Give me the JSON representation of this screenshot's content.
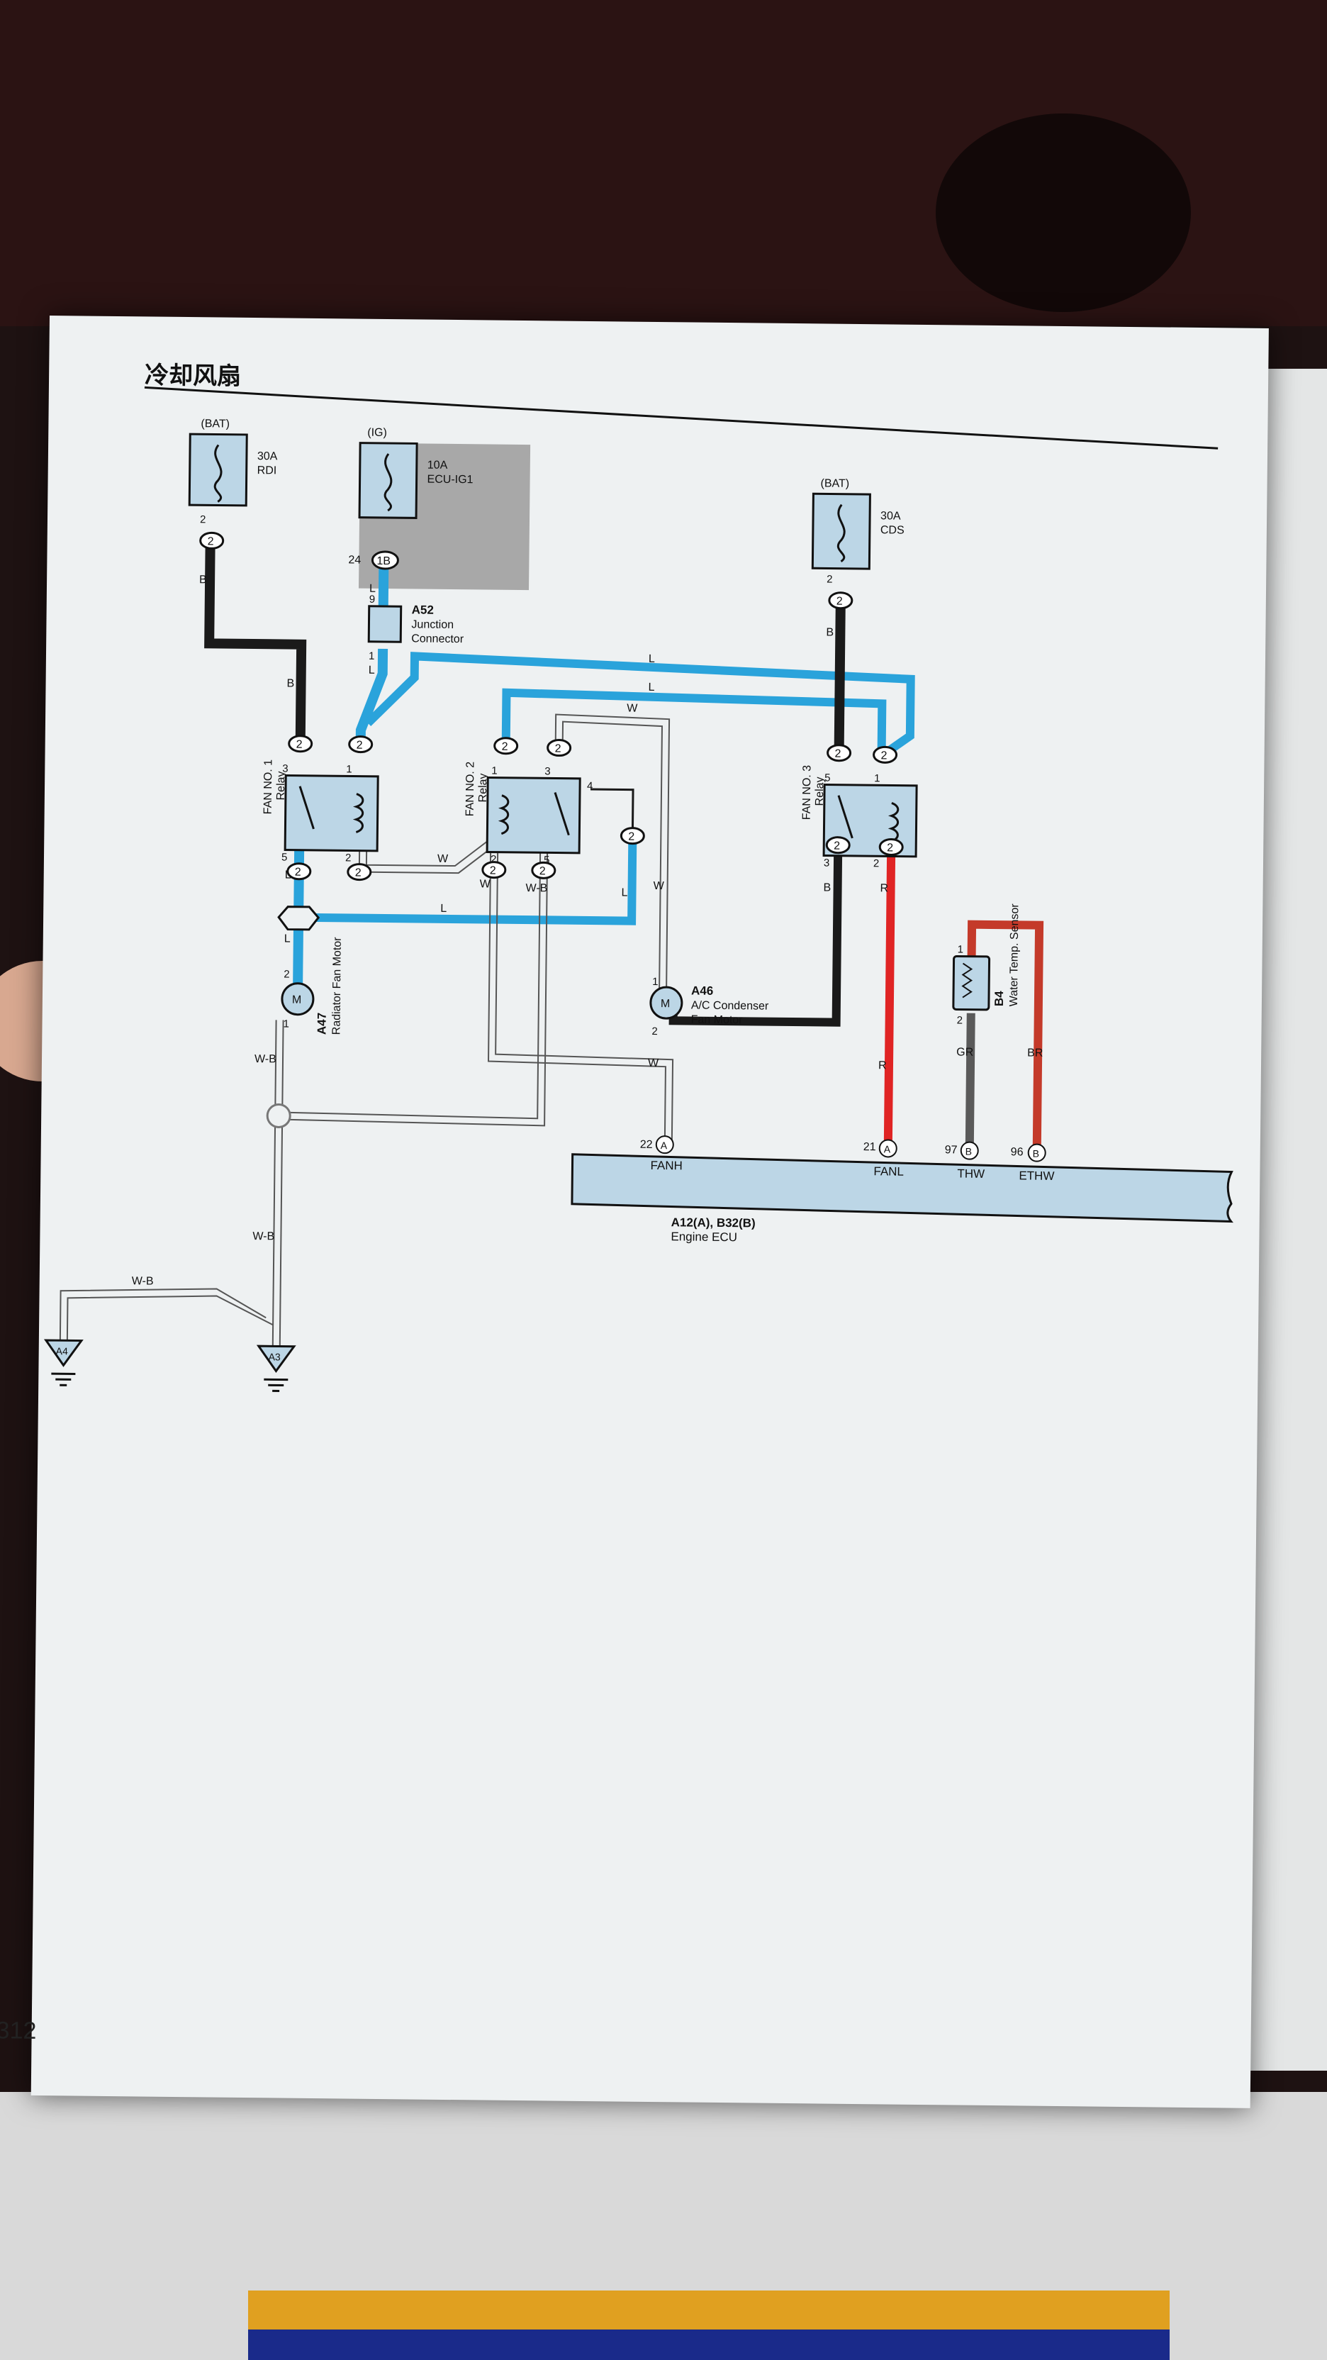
{
  "page": {
    "title": "冷却风扇",
    "page_number": "312"
  },
  "fuses": {
    "rdi": {
      "source": "(BAT)",
      "rating": "30A",
      "name": "RDI",
      "pin_out": "2",
      "conn": "2"
    },
    "ecu_ig1": {
      "source": "(IG)",
      "rating": "10A",
      "name": "ECU-IG1",
      "pin_out": "24",
      "conn": "1B"
    },
    "cds": {
      "source": "(BAT)",
      "rating": "30A",
      "name": "CDS",
      "pin_out": "2",
      "conn": "2"
    }
  },
  "junction": {
    "id": "A52",
    "name1": "Junction",
    "name2": "Connector",
    "pin_in": "9",
    "pin_out": "1"
  },
  "relays": {
    "fan1": {
      "label1": "FAN NO. 1",
      "label2": "Relay",
      "pins": [
        "3",
        "1",
        "5",
        "2"
      ]
    },
    "fan2": {
      "label1": "FAN NO. 2",
      "label2": "Relay",
      "pins": [
        "1",
        "3",
        "4",
        "2",
        "5"
      ]
    },
    "fan3": {
      "label1": "FAN NO. 3",
      "label2": "Relay",
      "pins": [
        "5",
        "1",
        "3",
        "2"
      ]
    }
  },
  "connector_pin": "2",
  "motors": {
    "a47": {
      "id": "A47",
      "name": "Radiator Fan Motor",
      "symbol": "M",
      "pin_top": "2",
      "pin_bottom": "1"
    },
    "a46": {
      "id": "A46",
      "name1": "A/C Condenser",
      "name2": "Fan Motor",
      "symbol": "M",
      "pin_top": "1",
      "pin_bottom": "2"
    }
  },
  "sensor": {
    "id": "B4",
    "name": "Water Temp.  Sensor",
    "pin_top": "1",
    "pin_bottom": "2"
  },
  "ecu": {
    "ids": "A12(A), B32(B)",
    "name": "Engine ECU",
    "terminals": [
      {
        "pin": "22",
        "conn": "A",
        "label": "FANH"
      },
      {
        "pin": "21",
        "conn": "A",
        "label": "FANL"
      },
      {
        "pin": "97",
        "conn": "B",
        "label": "THW"
      },
      {
        "pin": "96",
        "conn": "B",
        "label": "ETHW"
      }
    ]
  },
  "grounds": {
    "a4": "A4",
    "a3": "A3"
  },
  "wire_colors": {
    "B": "B",
    "L": "L",
    "W": "W",
    "R": "R",
    "GR": "GR",
    "BR": "BR",
    "W-B": "W-B"
  },
  "colors": {
    "blue_wire": "#2aa3db",
    "black_wire": "#1a1a1a",
    "red_wire": "#e02424",
    "gray_wire": "#5a5a5a",
    "brown_wire": "#c43a2a",
    "component_fill": "#bcd6e6"
  }
}
